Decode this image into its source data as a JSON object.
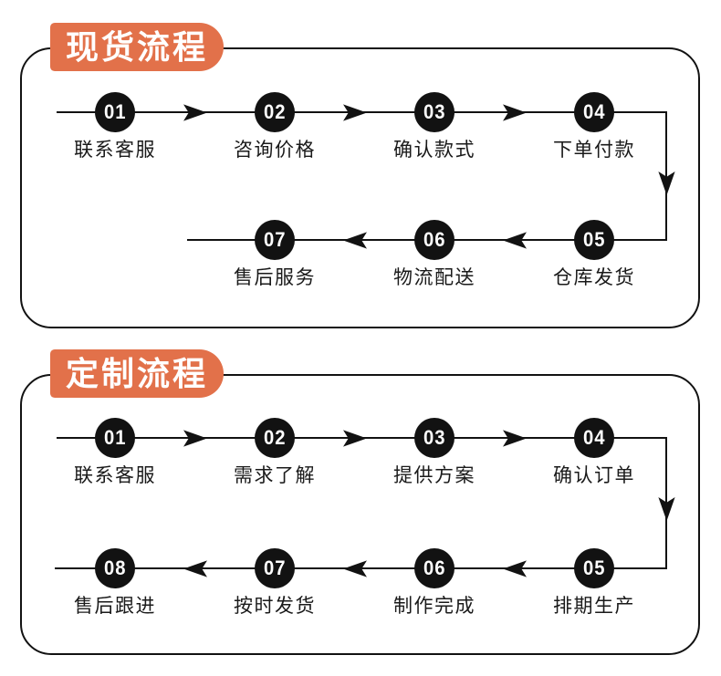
{
  "colors": {
    "accent": "#E2714A",
    "flow_ink": "#121212",
    "label_text": "#1A1A1A",
    "background": "#FFFFFF",
    "badge_text": "#FFFFFF"
  },
  "sections": [
    {
      "title": "现货流程",
      "rows": [
        {
          "direction": "right",
          "steps": [
            {
              "number": "01",
              "label": "联系客服"
            },
            {
              "number": "02",
              "label": "咨询价格"
            },
            {
              "number": "03",
              "label": "确认款式"
            },
            {
              "number": "04",
              "label": "下单付款"
            }
          ]
        },
        {
          "direction": "left",
          "steps": [
            {
              "number": "05",
              "label": "仓库发货"
            },
            {
              "number": "06",
              "label": "物流配送"
            },
            {
              "number": "07",
              "label": "售后服务"
            }
          ]
        }
      ]
    },
    {
      "title": "定制流程",
      "rows": [
        {
          "direction": "right",
          "steps": [
            {
              "number": "01",
              "label": "联系客服"
            },
            {
              "number": "02",
              "label": "需求了解"
            },
            {
              "number": "03",
              "label": "提供方案"
            },
            {
              "number": "04",
              "label": "确认订单"
            }
          ]
        },
        {
          "direction": "left",
          "steps": [
            {
              "number": "05",
              "label": "排期生产"
            },
            {
              "number": "06",
              "label": "制作完成"
            },
            {
              "number": "07",
              "label": "按时发货"
            },
            {
              "number": "08",
              "label": "售后跟进"
            }
          ]
        }
      ]
    }
  ]
}
